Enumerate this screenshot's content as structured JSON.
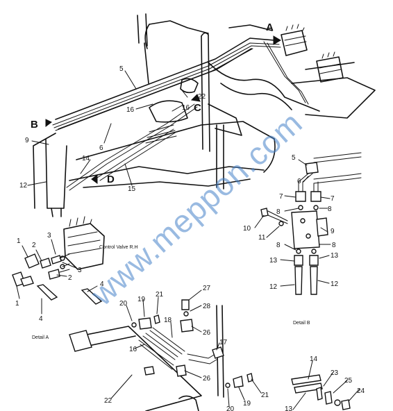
{
  "callouts": {
    "top": [
      {
        "id": "c5",
        "text": "5"
      },
      {
        "id": "c16a",
        "text": "16"
      },
      {
        "id": "c16b",
        "text": "16"
      },
      {
        "id": "c22",
        "text": "22"
      },
      {
        "id": "c6",
        "text": "6"
      },
      {
        "id": "c9",
        "text": "9"
      },
      {
        "id": "c12",
        "text": "12"
      },
      {
        "id": "c14",
        "text": "14"
      },
      {
        "id": "c15",
        "text": "15"
      }
    ],
    "detail_b": [
      {
        "id": "b5",
        "text": "5"
      },
      {
        "id": "b6",
        "text": "6"
      },
      {
        "id": "b7a",
        "text": "7"
      },
      {
        "id": "b7b",
        "text": "7"
      },
      {
        "id": "b8a",
        "text": "8"
      },
      {
        "id": "b8b",
        "text": "8"
      },
      {
        "id": "b8c",
        "text": "8"
      },
      {
        "id": "b8d",
        "text": "8"
      },
      {
        "id": "b9",
        "text": "9"
      },
      {
        "id": "b10",
        "text": "10"
      },
      {
        "id": "b11",
        "text": "11"
      },
      {
        "id": "b13a",
        "text": "13"
      },
      {
        "id": "b13b",
        "text": "13"
      },
      {
        "id": "b12a",
        "text": "12"
      },
      {
        "id": "b12b",
        "text": "12"
      }
    ],
    "detail_a": [
      {
        "id": "a1a",
        "text": "1"
      },
      {
        "id": "a2a",
        "text": "2"
      },
      {
        "id": "a3a",
        "text": "3"
      },
      {
        "id": "a3b",
        "text": "3"
      },
      {
        "id": "a2b",
        "text": "2"
      },
      {
        "id": "a4a",
        "text": "4"
      },
      {
        "id": "a1b",
        "text": "1"
      },
      {
        "id": "a4b",
        "text": "4"
      }
    ],
    "bottom": [
      {
        "id": "d20a",
        "text": "20"
      },
      {
        "id": "d19a",
        "text": "19"
      },
      {
        "id": "d21a",
        "text": "21"
      },
      {
        "id": "d27",
        "text": "27"
      },
      {
        "id": "d28",
        "text": "28"
      },
      {
        "id": "d18",
        "text": "18"
      },
      {
        "id": "d26a",
        "text": "26"
      },
      {
        "id": "d17",
        "text": "17"
      },
      {
        "id": "d16",
        "text": "16"
      },
      {
        "id": "d26b",
        "text": "26"
      },
      {
        "id": "d22",
        "text": "22"
      },
      {
        "id": "d20b",
        "text": "20"
      },
      {
        "id": "d19b",
        "text": "19"
      },
      {
        "id": "d21b",
        "text": "21"
      },
      {
        "id": "d14",
        "text": "14"
      },
      {
        "id": "d23",
        "text": "23"
      },
      {
        "id": "d25",
        "text": "25"
      },
      {
        "id": "d24",
        "text": "24"
      },
      {
        "id": "d13",
        "text": "13"
      }
    ]
  },
  "view_markers": {
    "A": "A",
    "B": "B",
    "C": "C",
    "D": "D"
  },
  "captions": {
    "control_valve": "Control Valve R.H",
    "detail_a": "Detail A",
    "detail_b": "Detail B"
  },
  "watermark": "www.meppon.com",
  "colors": {
    "ink": "#111111",
    "watermark": "#4682c8",
    "background": "#ffffff"
  }
}
